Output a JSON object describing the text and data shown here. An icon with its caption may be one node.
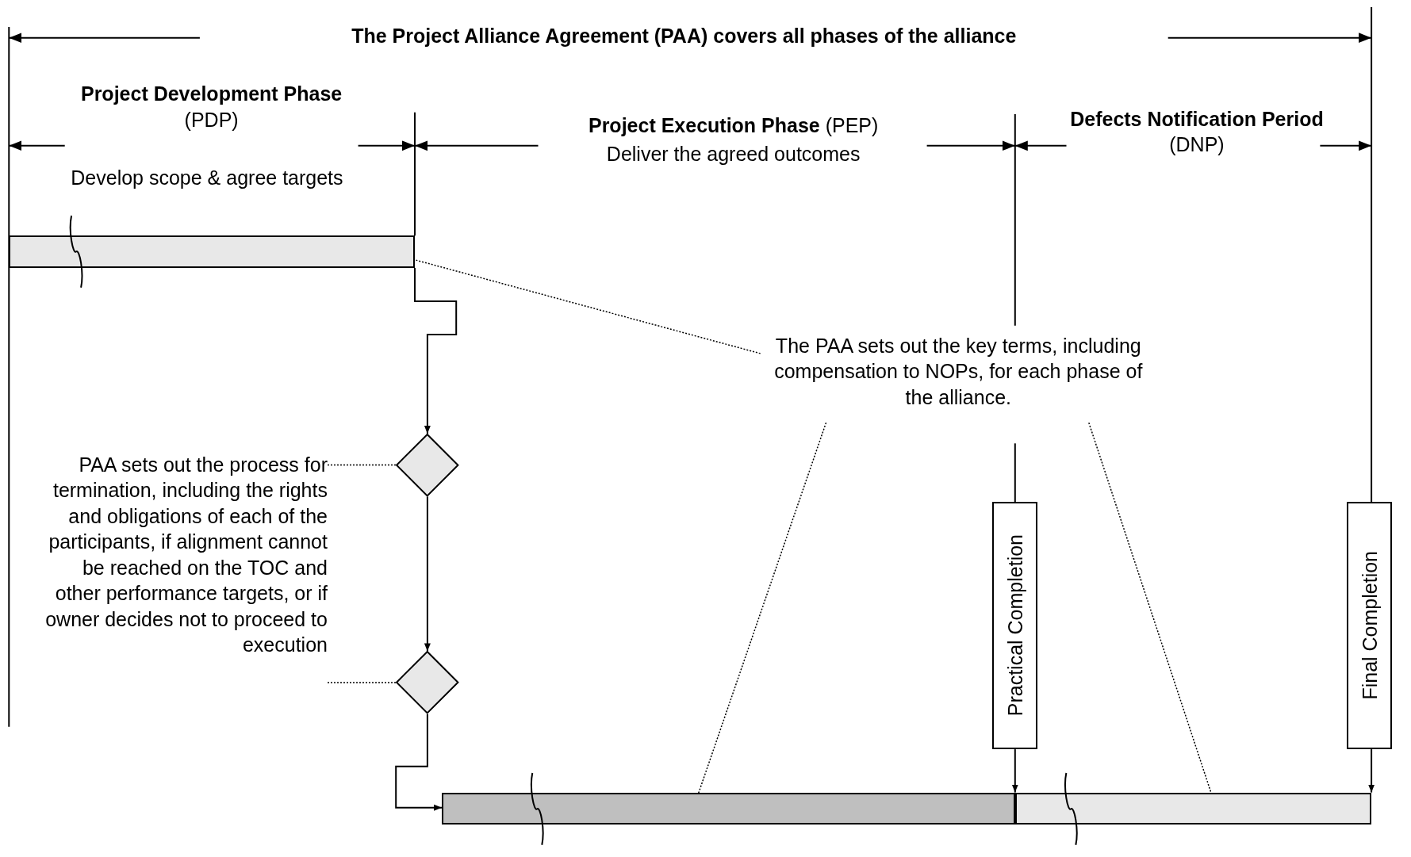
{
  "diagram": {
    "title": "The Project Alliance Agreement (PAA) covers all phases of the alliance",
    "nodes": [
      {
        "text": [],
        "shape": "bar"
      },
      {
        "text": [],
        "shape": "diamond"
      },
      {
        "text": [],
        "shape": "diamond"
      },
      {
        "text": [],
        "shape": "bar"
      },
      {
        "text": [],
        "shape": "bar"
      },
      {
        "text": [
          "Practical Completion"
        ]
      },
      {
        "text": [
          "Final Completion"
        ]
      },
      {
        "text": [
          "The PAA sets out the key terms, including compensation to NOPs, for each phase of the alliance."
        ]
      },
      {
        "text": [
          "PAA sets out the process for termination, including the rights and obligations of each of the participants, if alignment cannot be reached on the TOC and other performance targets, or if owner decides not to proceed to execution"
        ]
      }
    ],
    "edges": [
      {
        "from": 0,
        "to": 1,
        "arrow": "to"
      },
      {
        "from": 1,
        "to": 2,
        "arrow": "to"
      },
      {
        "from": 2,
        "to": 3,
        "arrow": "to"
      },
      {
        "from": 5,
        "to": 3,
        "arrow": "to"
      },
      {
        "from": 6,
        "to": 4,
        "arrow": "to"
      },
      {
        "from": 7,
        "to": 0,
        "arrow": "other",
        "style": "dashed"
      },
      {
        "from": 7,
        "to": 3,
        "arrow": "other",
        "style": "dashed"
      },
      {
        "from": 7,
        "to": 4,
        "arrow": "other",
        "style": "dashed"
      },
      {
        "from": 8,
        "to": 1,
        "arrow": "other",
        "style": "dashed"
      },
      {
        "from": 8,
        "to": 2,
        "arrow": "other",
        "style": "dashed"
      }
    ],
    "labels": [
      "**Project Development Phase** (PDP)",
      "**Project Execution Phase** (PEP)",
      "Deliver the agreed outcomes",
      "**Defects Notification Period** (DNP)",
      "Develop scope & agree targets"
    ]
  }
}
